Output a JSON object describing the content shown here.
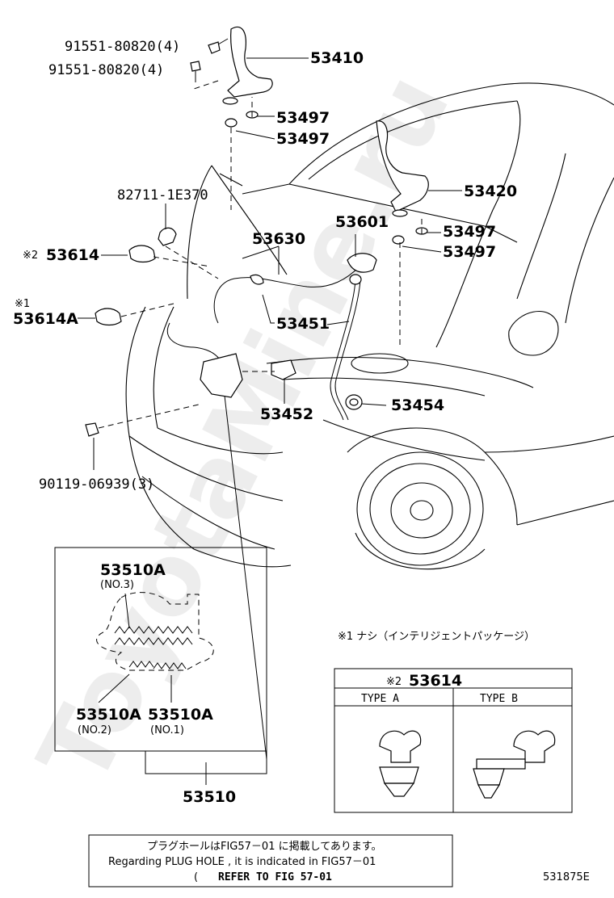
{
  "watermark": "ToyotaMine.ru",
  "labels": {
    "p91551_a": "91551-80820(4)",
    "p91551_b": "91551-80820(4)",
    "p53410": "53410",
    "p53497_a": "53497",
    "p53497_b": "53497",
    "p53420": "53420",
    "p53497_c": "53497",
    "p53497_d": "53497",
    "p82711": "82711-1E370",
    "p53601": "53601",
    "p53630": "53630",
    "mark2": "※2",
    "p53614": "53614",
    "mark1": "※1",
    "p53614A": "53614A",
    "p53451": "53451",
    "p53452": "53452",
    "p53454": "53454",
    "p90119": "90119-06939(3)"
  },
  "inset": {
    "top_label": "53510A",
    "top_sub": "(NO.3)",
    "left_label": "53510A",
    "left_sub": "(NO.2)",
    "right_label": "53510A",
    "right_sub": "(NO.1)",
    "assembly_label": "53510"
  },
  "footnote1": "※1 ナシ（インテリジェントパッケージ）",
  "type_table": {
    "mark": "※2",
    "part": "53614",
    "type_a": "TYPE A",
    "type_b": "TYPE B"
  },
  "notice": {
    "line1": "プラグホールはFIG57－01 に掲載してあります。",
    "line2": "Regarding PLUG HOLE , it is indicated in FIG57－01",
    "line3_open": "(",
    "line3": "REFER TO FIG 57-01"
  },
  "figure_id": "531875E"
}
